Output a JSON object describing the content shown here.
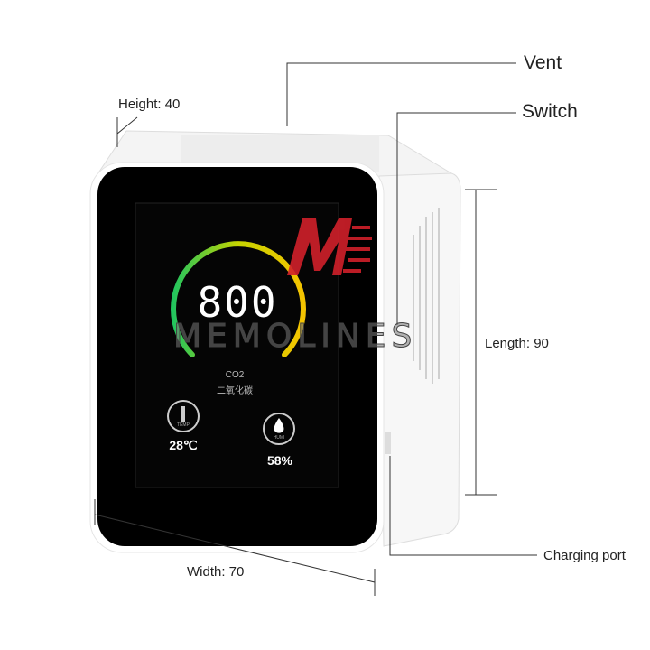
{
  "labels": {
    "vent": "Vent",
    "switch": "Switch",
    "height": "Height: 40",
    "length": "Length: 90",
    "width": "Width: 70",
    "charging_port": "Charging port"
  },
  "screen": {
    "co2_value": "800",
    "co2_label": "CO2",
    "co2_chinese": "二氧化碳",
    "temp_icon_label": "TEMP",
    "temperature": "28℃",
    "humi_icon_label": "HUMI",
    "humidity": "58%"
  },
  "watermark": {
    "text": "MEMOLINES",
    "logo_color": "#d0202a"
  },
  "colors": {
    "arc_green": "#22c55e",
    "arc_yellow": "#f5c400",
    "device_body": "#ffffff",
    "screen_bg": "#000000"
  }
}
